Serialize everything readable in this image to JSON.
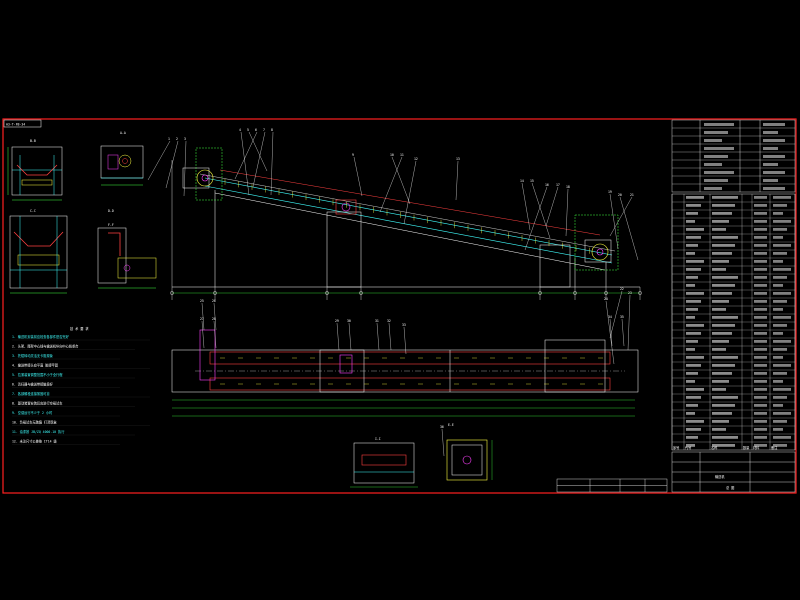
{
  "colors": {
    "background": "#000000",
    "frame": "#ff2020",
    "line": "#ffffff",
    "cyan": "#40ffff",
    "yellow": "#ffff40",
    "green": "#40ff40",
    "red": "#ff4040",
    "magenta": "#ff40ff"
  },
  "sheet": {
    "corner_tag": "A3-T-FB-34",
    "section_mark": "I-I",
    "title_block_text": "输送机",
    "scale_text": "总 图"
  },
  "callouts_upper": [
    "1",
    "2",
    "3",
    "4",
    "5",
    "6",
    "7",
    "8",
    "9",
    "10",
    "11",
    "12",
    "13",
    "14",
    "15",
    "16",
    "17",
    "18",
    "19",
    "20",
    "21",
    "22",
    "23",
    "24"
  ],
  "callouts_lower": [
    "25",
    "26",
    "27",
    "28",
    "29",
    "30",
    "31",
    "32",
    "33",
    "34",
    "35",
    "36"
  ],
  "notes_header": "技 术 要 求",
  "notes": [
    "1. 输送机安装前应检查各部件是否完好",
    "2. 头架、尾架中心线与输送机纵向中心线重合",
    "3. 托辊转动灵活无卡阻现象",
    "4. 输送带接头应平直 胶接牢固",
    "5. 拉紧装置调整范围不小于全行程",
    "6. 清扫器与输送带接触良好",
    "7. 各部螺栓连接紧固可靠",
    "8. 驱动装置安装后应进行空载试车",
    "9. 空载运行不少于 2 小时",
    "10. 负载试车无跑偏 打滑现象",
    "11. 油漆按 JB/ZQ 4000.10 执行",
    "12. 未注尺寸公差按 IT14 级"
  ],
  "section_labels": [
    "A-A",
    "B-B",
    "C-C",
    "D-D",
    "E-E",
    "F-F"
  ],
  "bom_header": [
    "序号",
    "代号",
    "名称",
    "数量",
    "材料",
    "备注"
  ],
  "bom_rows": 32
}
